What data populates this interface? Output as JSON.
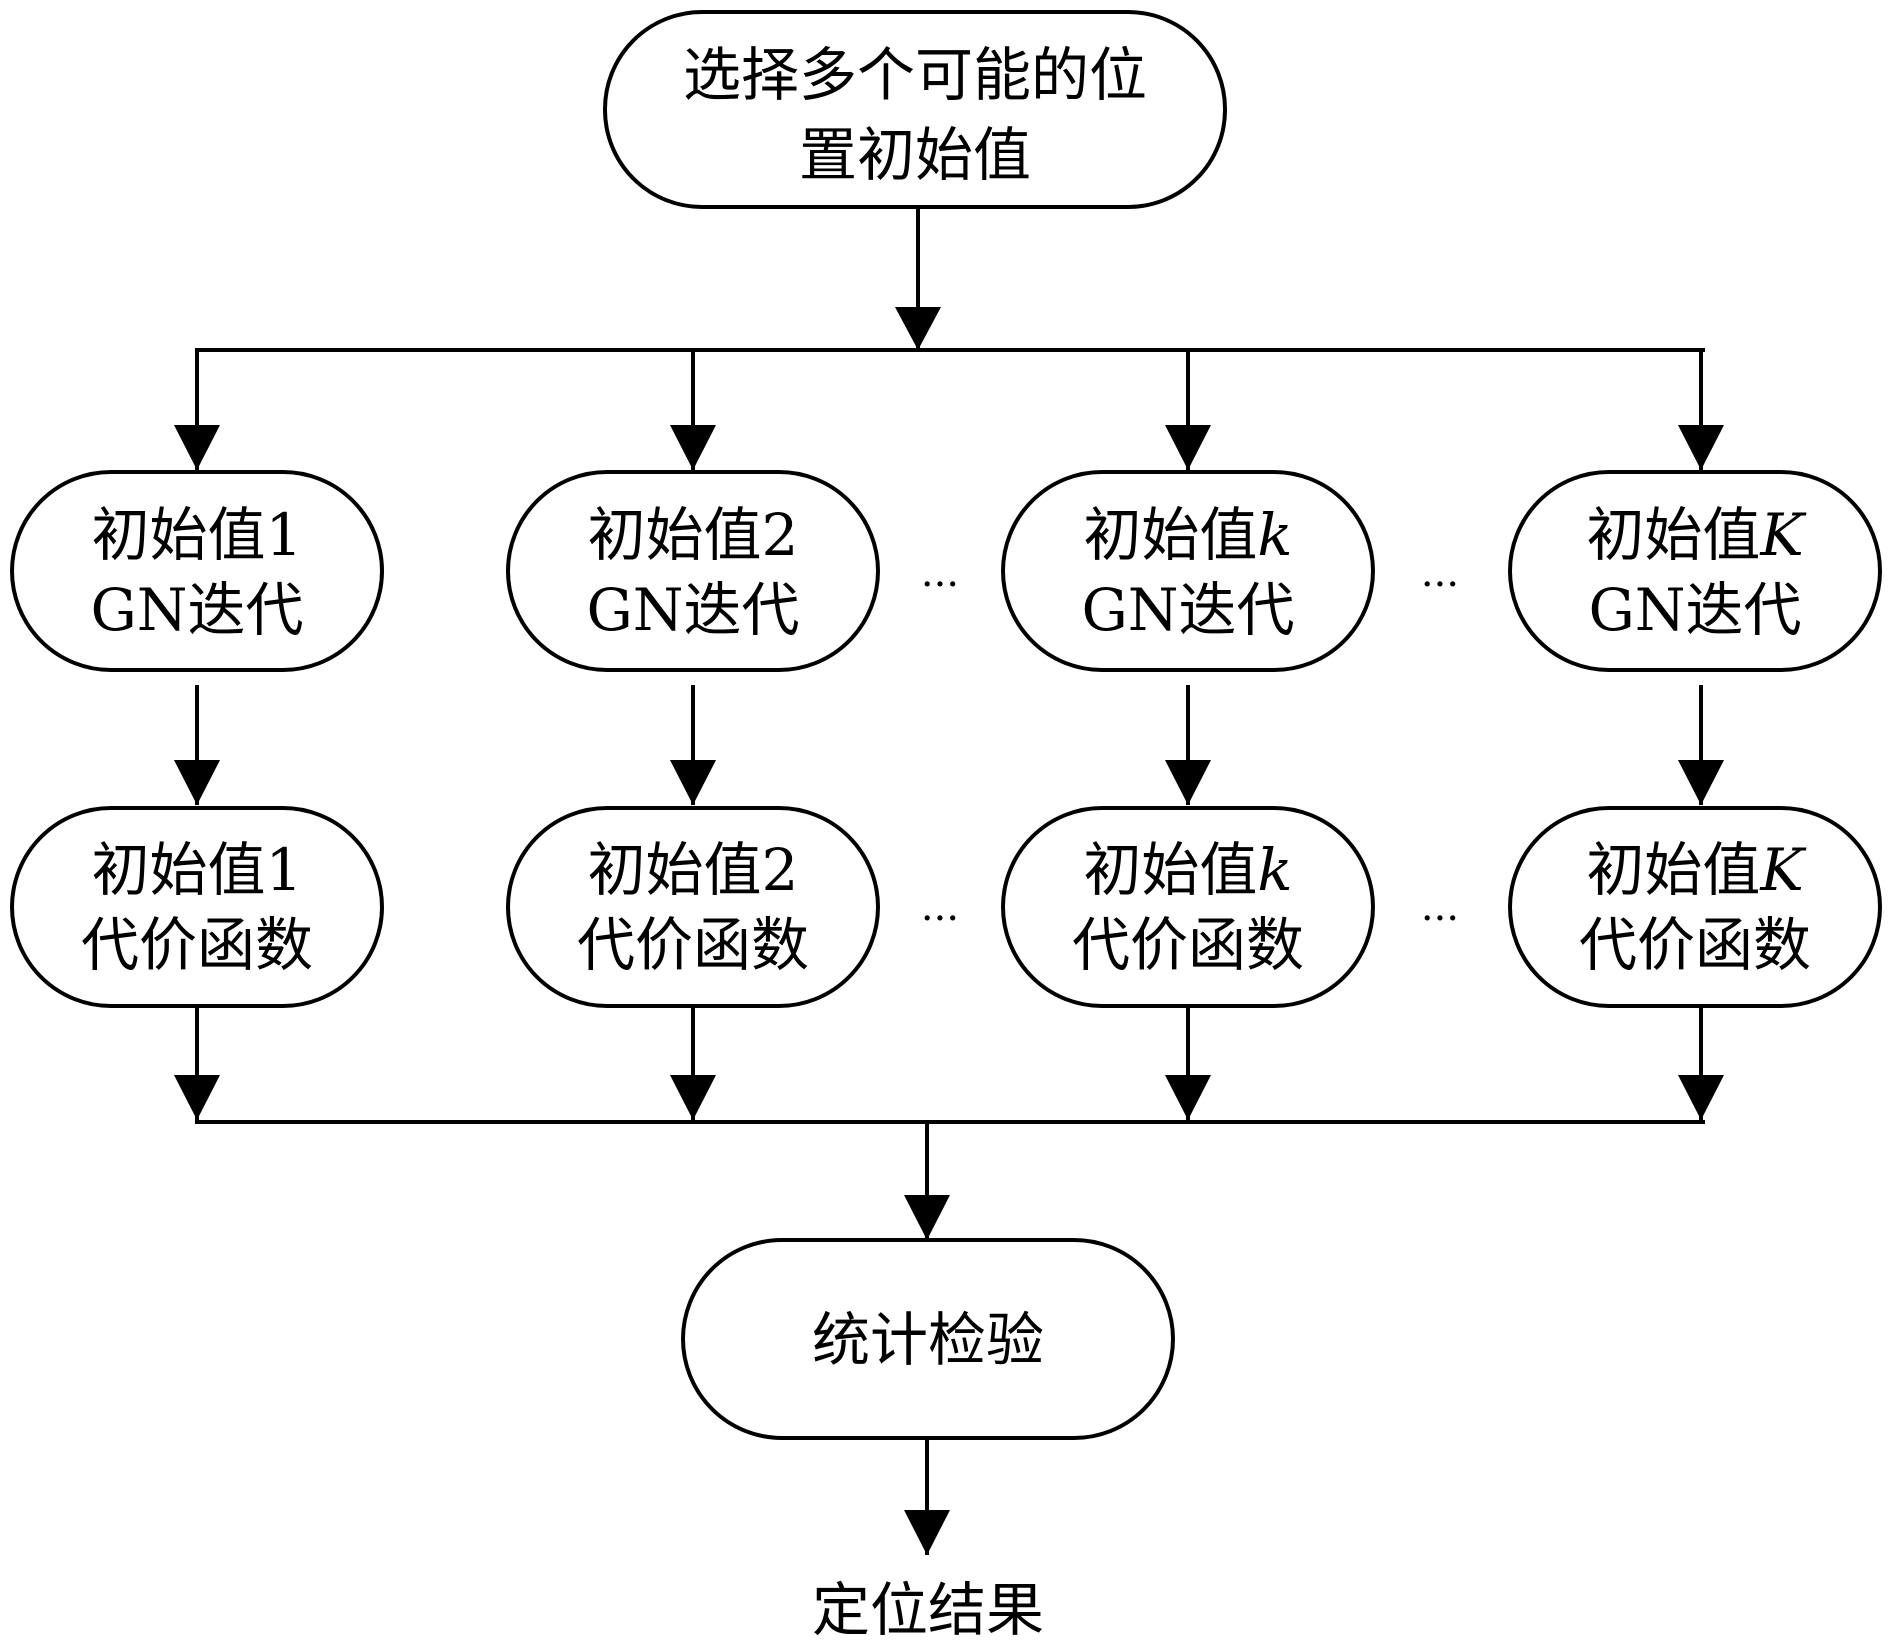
{
  "nodes": {
    "start": {
      "line1": "选择多个可能的位",
      "line2": "置初始值"
    },
    "gn": [
      {
        "line1_prefix": "初始值",
        "line1_var": "1",
        "line2": "GN迭代"
      },
      {
        "line1_prefix": "初始值",
        "line1_var": "2",
        "line2": "GN迭代"
      },
      {
        "line1_prefix": "初始值",
        "line1_var": "k",
        "line2": "GN迭代"
      },
      {
        "line1_prefix": "初始值",
        "line1_var": "K",
        "line2": "GN迭代"
      }
    ],
    "cost": [
      {
        "line1_prefix": "初始值",
        "line1_var": "1",
        "line2": "代价函数"
      },
      {
        "line1_prefix": "初始值",
        "line1_var": "2",
        "line2": "代价函数"
      },
      {
        "line1_prefix": "初始值",
        "line1_var": "k",
        "line2": "代价函数"
      },
      {
        "line1_prefix": "初始值",
        "line1_var": "K",
        "line2": "代价函数"
      }
    ],
    "test": {
      "label": "统计检验"
    },
    "result": {
      "label": "定位结果"
    }
  },
  "ellipsis": "···"
}
